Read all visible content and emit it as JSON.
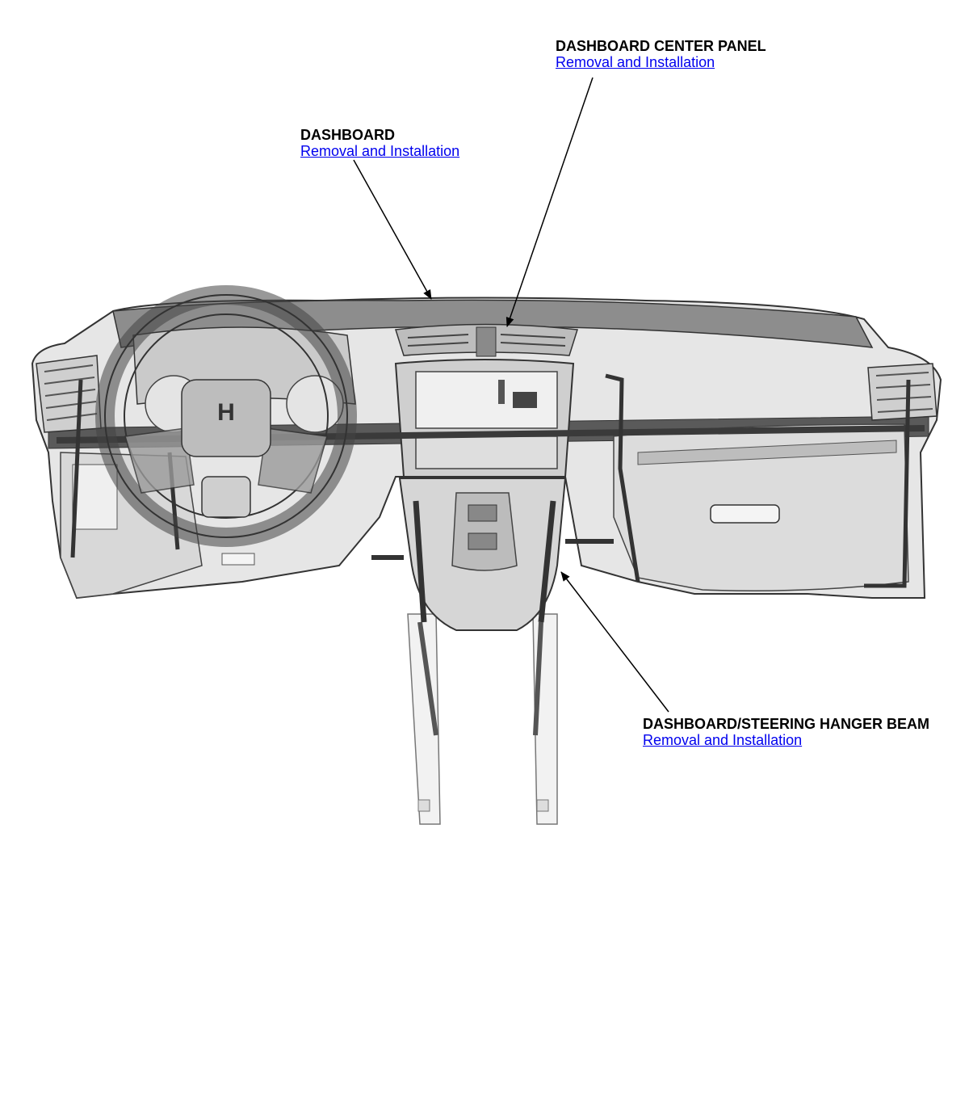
{
  "callouts": {
    "center_panel": {
      "title": "DASHBOARD CENTER PANEL",
      "link": "Removal and Installation"
    },
    "dashboard": {
      "title": "DASHBOARD",
      "link": "Removal and Installation"
    },
    "hanger_beam": {
      "title": "DASHBOARD/STEERING HANGER BEAM",
      "link": "Removal and Installation"
    }
  },
  "colors": {
    "link": "#0000ee",
    "outline": "#333333",
    "body_fill": "#e2e2e2",
    "dark_part": "#4a4a4a"
  },
  "logo": "H"
}
